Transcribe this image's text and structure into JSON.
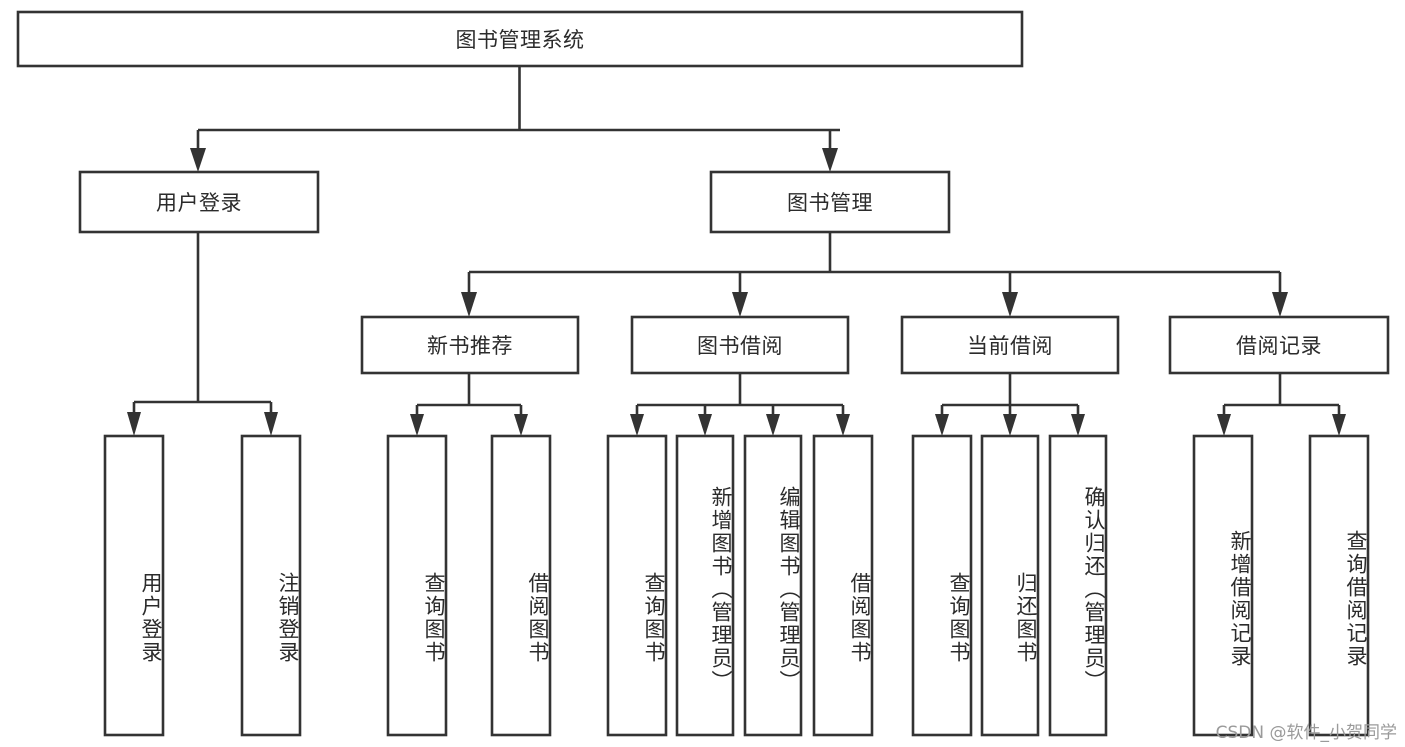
{
  "diagram": {
    "type": "tree",
    "title": "图书管理系统",
    "colors": {
      "box_stroke": "#333333",
      "box_fill": "#ffffff",
      "text": "#2b2b2b",
      "background": "#ffffff",
      "watermark": "#9a9a9a"
    },
    "root": {
      "label": "图书管理系统"
    },
    "level2": [
      {
        "label": "用户登录"
      },
      {
        "label": "图书管理"
      }
    ],
    "level3": [
      {
        "label": "新书推荐"
      },
      {
        "label": "图书借阅"
      },
      {
        "label": "当前借阅"
      },
      {
        "label": "借阅记录"
      }
    ],
    "leaves": {
      "user_login": [
        {
          "label": "用户登录"
        },
        {
          "label": "注销登录"
        }
      ],
      "new_book": [
        {
          "label": "查询图书"
        },
        {
          "label": "借阅图书"
        }
      ],
      "book_borrow": [
        {
          "label": "查询图书"
        },
        {
          "label": "新增图书（管理员）"
        },
        {
          "label": "编辑图书（管理员）"
        },
        {
          "label": "借阅图书"
        }
      ],
      "current_borrow": [
        {
          "label": "查询图书"
        },
        {
          "label": "归还图书"
        },
        {
          "label": "确认归还（管理员）"
        }
      ],
      "borrow_record": [
        {
          "label": "新增借阅记录"
        },
        {
          "label": "查询借阅记录"
        }
      ]
    }
  },
  "watermark": {
    "text": "CSDN @软件_小贺同学"
  }
}
